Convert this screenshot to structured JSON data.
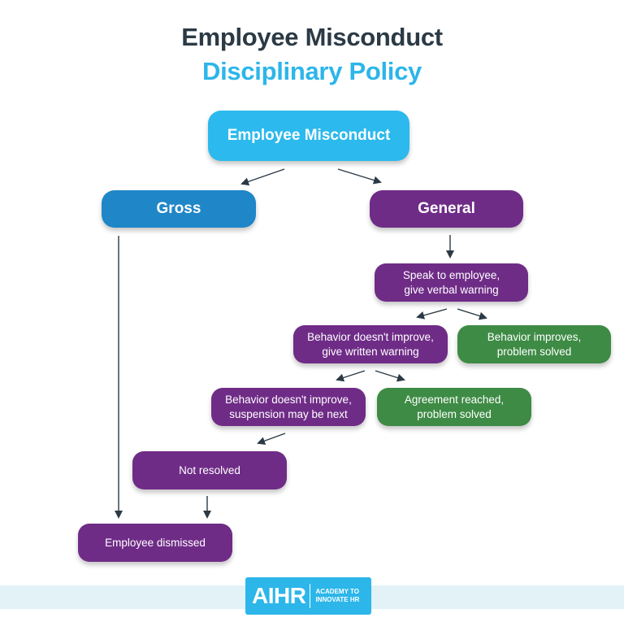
{
  "title": {
    "line1": "Employee Misconduct",
    "line2": "Disciplinary Policy"
  },
  "colors": {
    "title_dark": "#2b3a45",
    "accent_cyan": "#2cb6ea",
    "gross_blue": "#1f86c8",
    "purple": "#6f2c87",
    "green": "#3e8b45",
    "arrow": "#2b3a45",
    "footer_band": "#e2f2f7"
  },
  "nodes": {
    "root": "Employee Misconduct",
    "gross": "Gross",
    "general": "General",
    "verbal_warning": "Speak to employee,\ngive verbal warning",
    "written_warning": "Behavior doesn't improve,\ngive written warning",
    "behavior_improves": "Behavior improves,\nproblem solved",
    "suspension": "Behavior doesn't improve,\nsuspension may be next",
    "agreement_reached": "Agreement reached,\nproblem solved",
    "not_resolved": "Not resolved",
    "dismissed": "Employee dismissed"
  },
  "edges": [
    {
      "from": "root",
      "to": "gross"
    },
    {
      "from": "root",
      "to": "general"
    },
    {
      "from": "general",
      "to": "verbal_warning"
    },
    {
      "from": "verbal_warning",
      "to": "written_warning"
    },
    {
      "from": "verbal_warning",
      "to": "behavior_improves"
    },
    {
      "from": "written_warning",
      "to": "suspension"
    },
    {
      "from": "written_warning",
      "to": "agreement_reached"
    },
    {
      "from": "suspension",
      "to": "not_resolved"
    },
    {
      "from": "not_resolved",
      "to": "dismissed"
    },
    {
      "from": "gross",
      "to": "dismissed"
    }
  ],
  "footer": {
    "logo_mark": "AIHR",
    "logo_sub": "ACADEMY TO\nINNOVATE HR"
  }
}
